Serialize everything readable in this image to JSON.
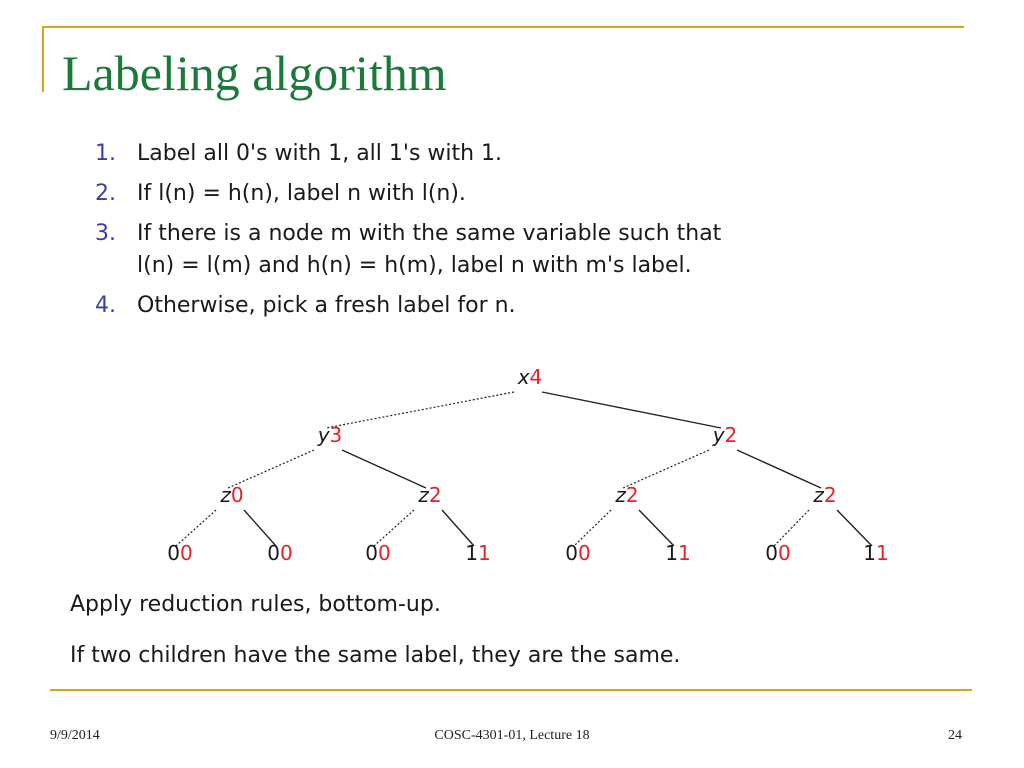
{
  "slide": {
    "title": "Labeling algorithm",
    "steps": [
      {
        "number": "1.",
        "text": "Label all 0's with 1, all 1's with 1."
      },
      {
        "number": "2.",
        "text": "If l(n) = h(n), label n with l(n)."
      },
      {
        "number": "3.",
        "text": "If there is a node m with the same variable such that",
        "continuation": "l(n) = l(m) and h(n) = h(m), label n with m's label."
      },
      {
        "number": "4.",
        "text": "Otherwise, pick a fresh label for n."
      }
    ],
    "notes": [
      "Apply reduction rules, bottom-up.",
      "If two children have the same label, they are the same."
    ]
  },
  "tree": {
    "nodes": [
      {
        "var": "x",
        "label": "4"
      },
      {
        "var": "y",
        "label": "3"
      },
      {
        "var": "y",
        "label": "2"
      },
      {
        "var": "z",
        "label": "0"
      },
      {
        "var": "z",
        "label": "2"
      },
      {
        "var": "z",
        "label": "2"
      },
      {
        "var": "z",
        "label": "2"
      },
      {
        "var": "0",
        "label": "0"
      },
      {
        "var": "0",
        "label": "0"
      },
      {
        "var": "0",
        "label": "0"
      },
      {
        "var": "1",
        "label": "1"
      },
      {
        "var": "0",
        "label": "0"
      },
      {
        "var": "1",
        "label": "1"
      },
      {
        "var": "0",
        "label": "0"
      },
      {
        "var": "1",
        "label": "1"
      }
    ],
    "label_color": "#e8202a"
  },
  "footer": {
    "date": "9/9/2014",
    "course": "COSC-4301-01, Lecture 18",
    "page": "24"
  },
  "theme": {
    "accent": "#d9a521",
    "title_color": "#1b7a3a",
    "number_color": "#3b3fa8"
  }
}
